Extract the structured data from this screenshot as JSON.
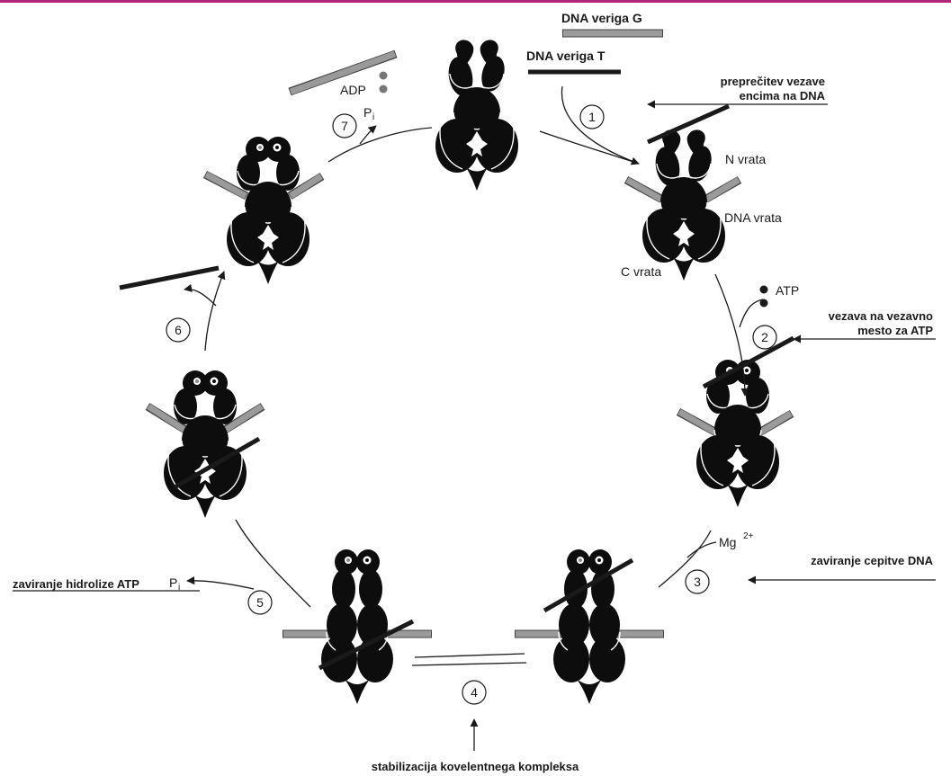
{
  "colors": {
    "top_bar": "#b0247a",
    "dna_g": "#9a9a9a",
    "dna_t": "#1a1a1a",
    "enzyme": "#0d0d0d"
  },
  "labels": {
    "dna_g": "DNA veriga G",
    "dna_t": "DNA veriga T",
    "n_gate": "N vrata",
    "dna_gate": "DNA vrata",
    "c_gate": "C vrata",
    "atp": "ATP",
    "mg": "Mg",
    "mg_sup": "2+",
    "adp": "ADP",
    "pi_top": "P",
    "pi_top_sub": "i",
    "pi_left": "P",
    "pi_left_sub": "i"
  },
  "inhibitions": {
    "i1_line1": "preprečitev vezave",
    "i1_line2": "encima na DNA",
    "i2_line1": "vezava na vezavno",
    "i2_line2": "mesto za ATP",
    "i3": "zaviranje cepitve DNA",
    "i4": "stabilizacija kovelentnega kompleksa",
    "i5": "zaviranje hidrolize ATP"
  },
  "steps": [
    "1",
    "2",
    "3",
    "4",
    "5",
    "6",
    "7"
  ]
}
